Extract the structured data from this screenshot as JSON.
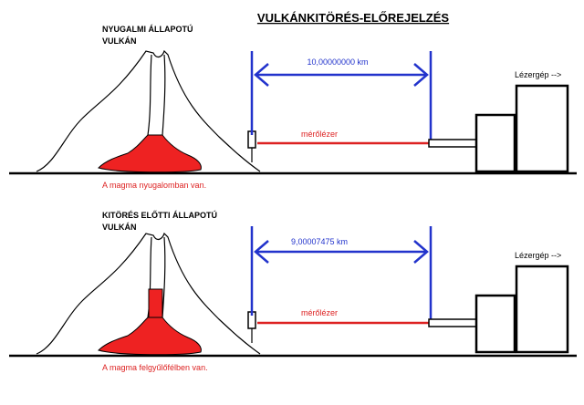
{
  "title": "VULKÁNKITÖRÉS-ELŐREJELZÉS",
  "panels": [
    {
      "label_line1": "NYUGALMI ÁLLAPOTÚ",
      "label_line2": "VULKÁN",
      "distance": "10,00000000 km",
      "laser_label": "mérőlézer",
      "device_label": "Lézergép -->",
      "caption": "A magma nyugalomban van.",
      "magma_level": 0.0
    },
    {
      "label_line1": "KITÖRÉS ELŐTTI ÁLLAPOTÚ",
      "label_line2": "VULKÁN",
      "distance": "9,00007475 km",
      "laser_label": "mérőlézer",
      "device_label": "Lézergép -->",
      "caption": "A magma felgyűlőfélben van.",
      "magma_level": 0.55
    }
  ],
  "colors": {
    "magma": "#ee2222",
    "laser": "#dd2222",
    "measure": "#2233cc",
    "caption": "#dd2222",
    "ink": "#000000"
  }
}
